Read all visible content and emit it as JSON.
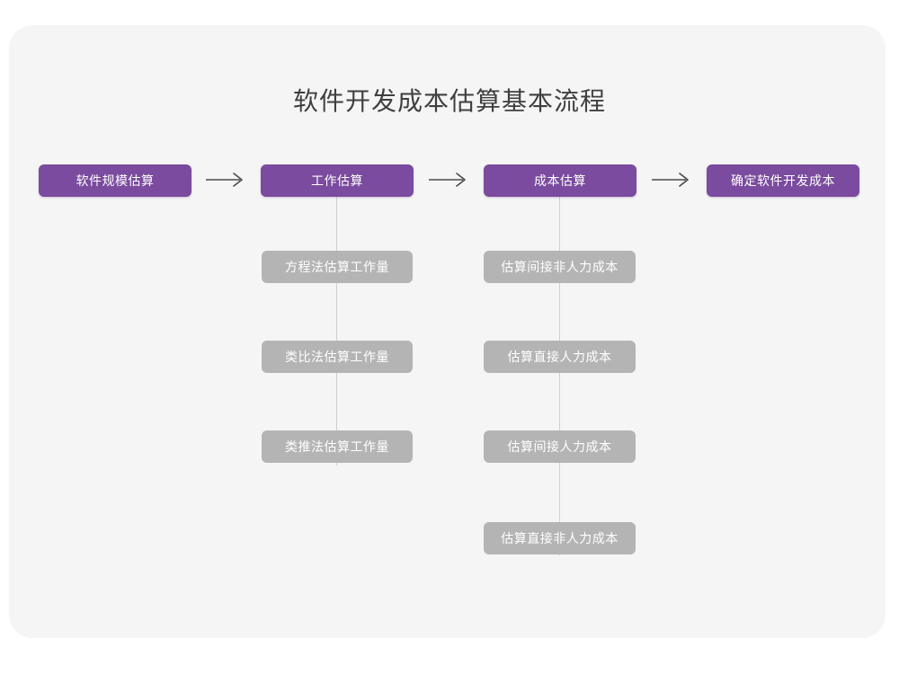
{
  "page": {
    "title": "软件开发成本估算基本流程",
    "background_color": "#ffffff",
    "card_color": "#f5f5f5"
  },
  "theme": {
    "primary_color": "#7a4b9e",
    "sub_color": "#b4b4b4",
    "title_color": "#3f3f3f",
    "connector_color": "#cfcfcf",
    "arrow_color": "#4a4a4a",
    "node_text_color": "#ffffff"
  },
  "flow": {
    "main_steps": [
      {
        "id": "step-1",
        "label": "软件规模估算",
        "sub_items": []
      },
      {
        "id": "step-2",
        "label": "工作估算",
        "sub_items": [
          {
            "id": "step-2-sub-1",
            "label": "方程法估算工作量"
          },
          {
            "id": "step-2-sub-2",
            "label": "类比法估算工作量"
          },
          {
            "id": "step-2-sub-3",
            "label": "类推法估算工作量"
          }
        ]
      },
      {
        "id": "step-3",
        "label": "成本估算",
        "sub_items": [
          {
            "id": "step-3-sub-1",
            "label": "估算间接非人力成本"
          },
          {
            "id": "step-3-sub-2",
            "label": "估算直接人力成本"
          },
          {
            "id": "step-3-sub-3",
            "label": "估算间接人力成本"
          },
          {
            "id": "step-3-sub-4",
            "label": "估算直接非人力成本"
          }
        ]
      },
      {
        "id": "step-4",
        "label": "确定软件开发成本",
        "sub_items": []
      }
    ],
    "connectors": [
      {
        "id": "arrow-1",
        "from": "step-1",
        "to": "step-2",
        "type": "right-arrow"
      },
      {
        "id": "arrow-2",
        "from": "step-2",
        "to": "step-3",
        "type": "right-arrow"
      },
      {
        "id": "arrow-3",
        "from": "step-3",
        "to": "step-4",
        "type": "right-arrow"
      }
    ]
  }
}
